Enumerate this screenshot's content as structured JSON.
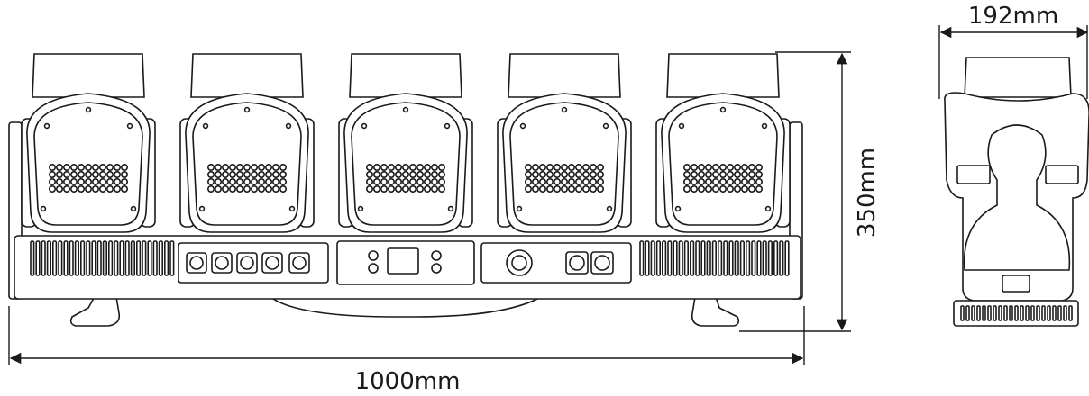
{
  "dimensions": {
    "width_label": "1000mm",
    "height_label": "350mm",
    "depth_label": "192mm"
  },
  "fixture": {
    "heads_count": 5,
    "line_color": "#1a1a1a",
    "fill_color": "#ffffff"
  }
}
